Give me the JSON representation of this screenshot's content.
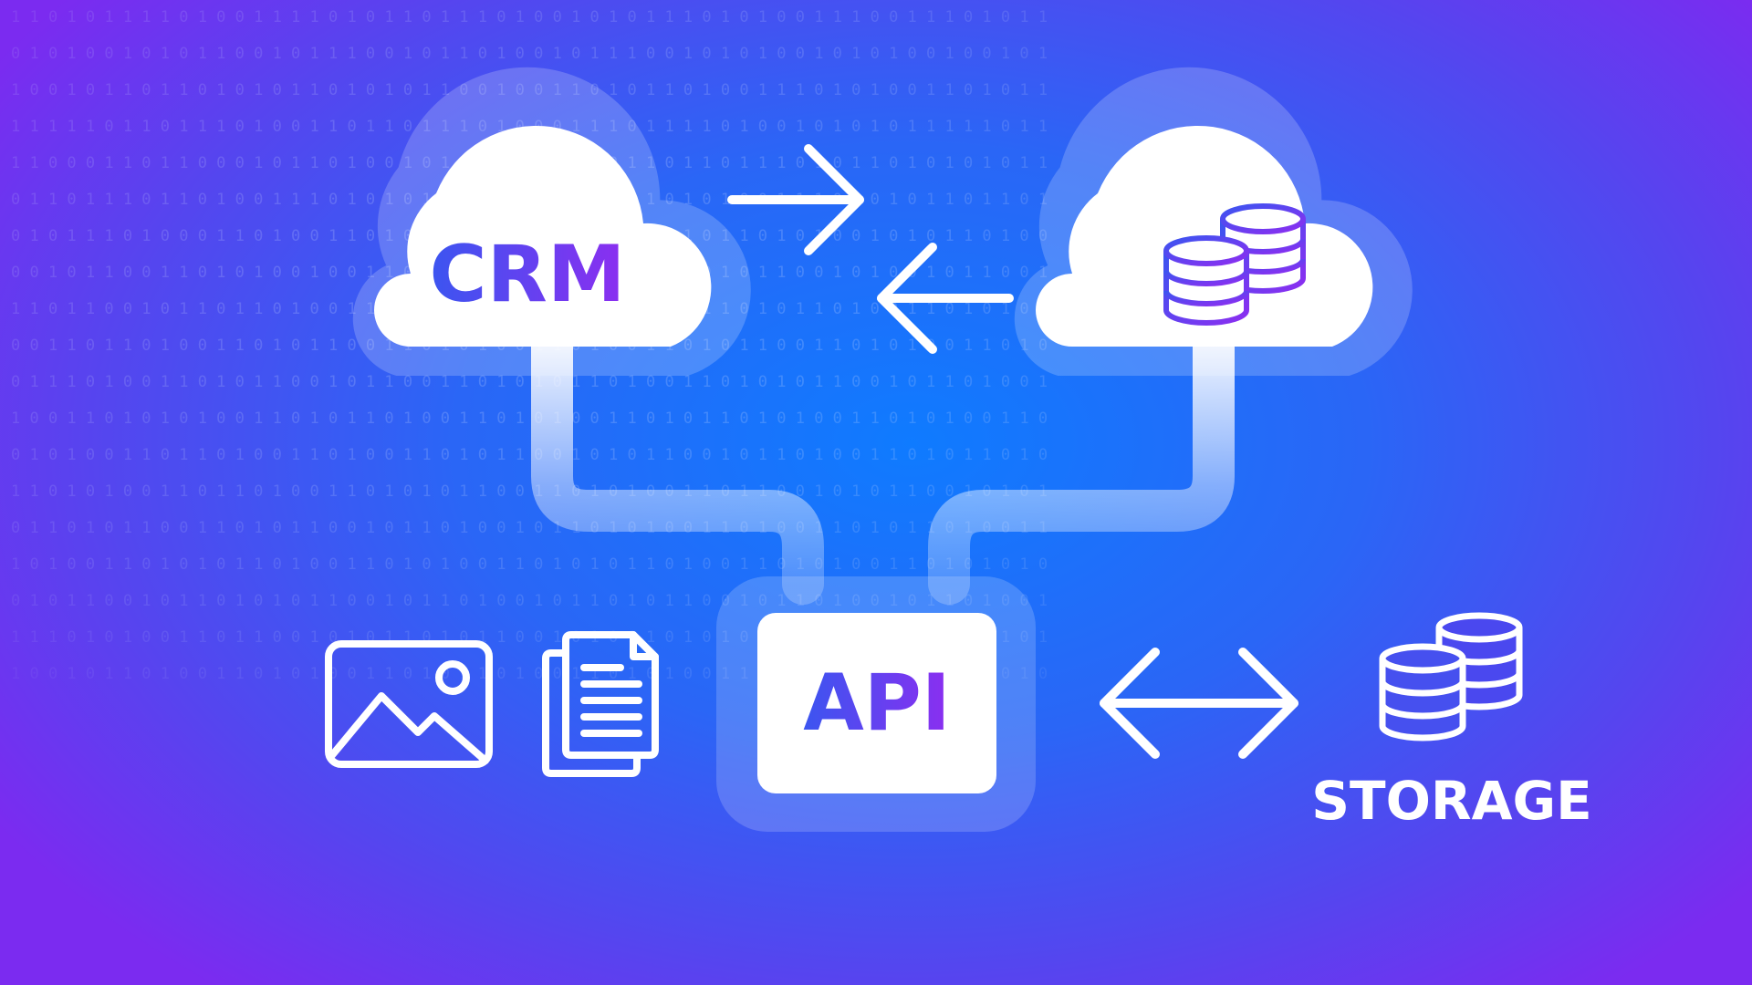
{
  "background": {
    "binary_rows": [
      "1 1 0 1 0 1 1 1 1 0 1 0 0 1 1 1 1 0 1 0 1 1 0 1 1 1 0 1 0 0 1 0 1 0 1 1 1 0 1 0 1 0 0 1 1 1 0 0 1 1 1 0 1 0 1 1",
      "0 1 0 1 0 0 1 0 1 0 1 1 0 0 1 0 1 1 1 0 0 1 0 1 1 0 1 0 0 1 0 1 1 1 0 0 1 0 1 0 1 0 0 1 0 1 0 1 0 0 1 0 0 1 0 1",
      "1 0 0 1 0 1 1 0 1 1 0 1 0 1 0 1 1 0 1 0 1 0 1 1 0 0 1 0 0 1 1 0 1 0 1 1 0 1 0 0 1 1 1 0 1 0 1 0 0 1 1 0 1 0 1 1",
      "1 1 1 1 1 0 1 1 0 1 1 1 0 1 0 0 1 1 0 1 1 0 1 1 1 0 1 0 0 0 1 1 1 0 1 1 1 1 0 1 0 0 1 0 1 0 1 0 1 1 1 1 1 0 1 1",
      "1 1 0 0 0 1 1 0 1 1 0 0 0 1 0 1 1 0 1 0 0 1 0 1 0 1 1 0 1 0 0 1 0 1 1 0 1 1 0 1 1 1 0 1 0 1 1 0 1 0 1 0 1 0 1 1",
      "0 1 1 0 1 1 1 0 1 1 0 1 0 0 1 1 1 0 1 0 1 0 1 0 1 1 0 1 0 0 1 0 0 1 1 0 1 0 1 0 0 1 1 1 0 1 0 1 0 1 1 0 1 1 0 1",
      "0 1 0 1 1 1 0 1 0 0 0 1 1 0 1 0 0 1 1 0 1 0 0 1 0 1 1 0 1 0 0 1 1 0 1 0 1 0 1 1 0 1 0 1 0 0 1 0 1 0 1 1 0 1 0 0",
      "0 0 1 0 1 1 0 0 1 1 0 1 0 1 0 0 1 0 0 1 1 0 1 0 1 0 0 1 1 0 1 0 1 0 1 1 0 0 1 0 1 1 0 0 1 0 1 0 0 1 0 1 1 0 0 1",
      "1 1 0 1 1 0 0 1 0 1 1 0 1 1 0 1 0 0 1 1 0 1 0 1 0 0 1 1 0 1 0 1 1 0 0 1 0 1 1 0 1 0 1 1 0 1 0 0 1 1 0 1 0 1 0 1",
      "0 0 1 1 0 1 1 0 1 0 0 1 1 0 1 0 1 1 0 0 1 1 0 1 0 1 0 0 1 1 0 1 0 0 1 1 0 1 0 1 1 0 0 1 1 0 1 0 1 0 0 1 1 0 1 0",
      "0 1 1 1 0 1 0 0 1 1 0 1 0 1 1 0 0 1 0 1 1 0 0 1 1 0 1 0 1 0 1 1 0 1 0 0 1 1 0 1 0 1 0 1 1 0 0 1 0 1 1 0 1 0 0 1",
      "1 0 0 1 1 0 1 0 1 0 1 0 0 1 1 0 1 0 1 1 0 1 0 0 1 1 0 1 0 1 0 0 1 1 0 1 0 1 1 0 1 0 1 0 0 1 1 0 1 0 1 0 0 1 1 0",
      "0 1 0 1 0 0 1 1 0 1 1 0 1 0 0 1 1 0 1 0 0 1 1 0 1 0 1 1 0 0 1 0 1 0 1 1 0 0 1 0 1 1 0 1 0 0 1 1 0 1 0 1 1 0 1 0",
      "1 1 0 1 0 1 0 0 1 1 0 1 1 0 1 0 0 1 1 0 1 0 1 0 1 1 0 0 1 1 0 1 0 1 0 0 1 1 0 1 1 0 0 1 0 1 0 1 1 0 0 1 0 1 0 1",
      "0 1 1 0 1 0 1 1 0 0 1 1 0 1 0 1 1 0 0 1 0 1 1 0 1 0 0 1 0 1 1 0 1 0 1 0 0 1 1 0 1 0 0 1 1 0 1 0 1 1 0 1 0 0 1 1",
      "1 0 1 0 0 1 1 0 1 0 1 0 1 1 0 1 0 0 1 1 0 1 0 1 0 0 1 1 0 1 0 1 0 1 1 0 1 0 0 1 1 0 1 0 1 0 0 1 1 0 1 0 1 0 1 0",
      "0 1 0 1 1 0 0 1 0 1 1 0 1 0 1 0 1 1 0 0 1 0 1 1 0 1 0 0 1 0 1 1 0 1 0 1 1 0 0 1 0 1 1 0 1 0 0 1 0 1 1 0 1 0 0 1",
      "1 1 1 0 1 0 1 0 0 1 1 0 1 1 0 0 1 0 1 0 1 1 0 1 0 1 1 0 0 1 0 1 0 1 1 0 1 0 1 0 0 1 1 0 1 0 1 1 0 0 1 0 1 1 0 1",
      "1 0 0 1 0 1 1 0 1 0 0 1 1 0 1 0 1 0 0 1 1 0 1 0 1 1 0 1 0 0 1 1 0 1 0 1 0 0 1 1 0 1 0 1 1 0 1 0 0 1 0 1 1 0 1 0"
    ]
  },
  "nodes": {
    "crm": {
      "label": "CRM"
    },
    "api": {
      "label": "API"
    },
    "storage": {
      "label": "STORAGE"
    }
  },
  "icons": {
    "cloud_database": "database-icon",
    "image": "image-icon",
    "documents": "documents-icon",
    "storage_database": "database-icon",
    "arrow_right": "arrow-right-icon",
    "arrow_left": "arrow-left-icon",
    "arrow_both": "arrow-left-right-icon"
  },
  "colors": {
    "label_gradient_start": "#3b55f0",
    "label_gradient_end": "#8c2ef0",
    "line": "#ffffff",
    "card": "#ffffff"
  }
}
